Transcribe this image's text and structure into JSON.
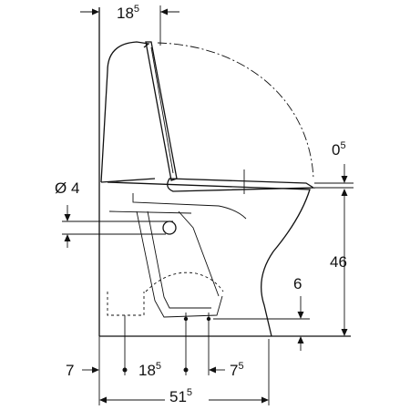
{
  "dimensions": {
    "top_width": {
      "main": "18",
      "sup": "5"
    },
    "seat_offset": {
      "main": "0",
      "sup": "5"
    },
    "inlet_diameter": {
      "main": "Ø 4"
    },
    "bowl_height": {
      "main": "46"
    },
    "outlet_height": {
      "main": "6"
    },
    "wall_gap": {
      "main": "7"
    },
    "axis_distance": {
      "main": "18",
      "sup": "5"
    },
    "outlet_spacing": {
      "main": "7",
      "sup": "5"
    },
    "total_depth": {
      "main": "51",
      "sup": "5"
    }
  }
}
